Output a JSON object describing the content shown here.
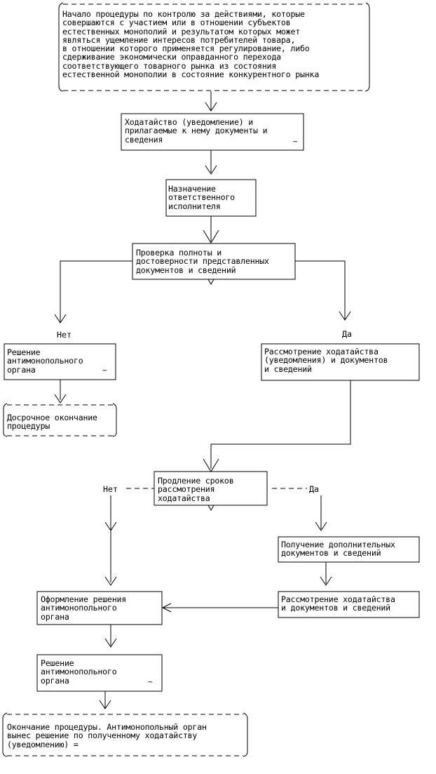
{
  "nodes": {
    "start": "Начало процедуры по контролю за действиями, которые\nсовершаются с участием или в отношении субъектов\nестественных монополий и результатом которых может\nявляться ущемление интересов потребителей товара,\nв отношении которого применяется регулирование, либо\nсдерживание экономически оправданного перехода\nсоответствующего товарного рынка из состояния\nестественной монополии в состояние конкурентного рынка",
    "petition": "Ходатайство (уведомление) и\nприлагаемые к нему документы и\nсведения",
    "assign": "Назначение\nответственного\nисполнителя",
    "check": "Проверка полноты и\nдостоверности представленных\nдокументов и сведений",
    "decision_early": "Решение\nантимонопольного\nоргана",
    "early_end": "Досрочное окончание\nпроцедуры",
    "review": "Рассмотрение ходатайства\n(уведомления) и документов\nи сведений",
    "extend": "Продление сроков\nрассмотрения\nходатайства",
    "get_docs": "Получение дополнительных\nдокументов и сведений",
    "review2": "Рассмотрение ходатайства\nи документов и сведений",
    "formalize": "Оформление решения\nантимонопольного\nоргана",
    "decision_final": "Решение\nантимонопольного\nоргана",
    "end": "Окончание процедуры. Антимонопольный орган\nвынес решение по полученному ходатайству\n(уведомлению) ="
  },
  "labels": {
    "no1": "Нет",
    "yes1": "Да",
    "no2": "Нет",
    "yes2": "Да"
  },
  "marks": {
    "doc_tilde": "~"
  }
}
